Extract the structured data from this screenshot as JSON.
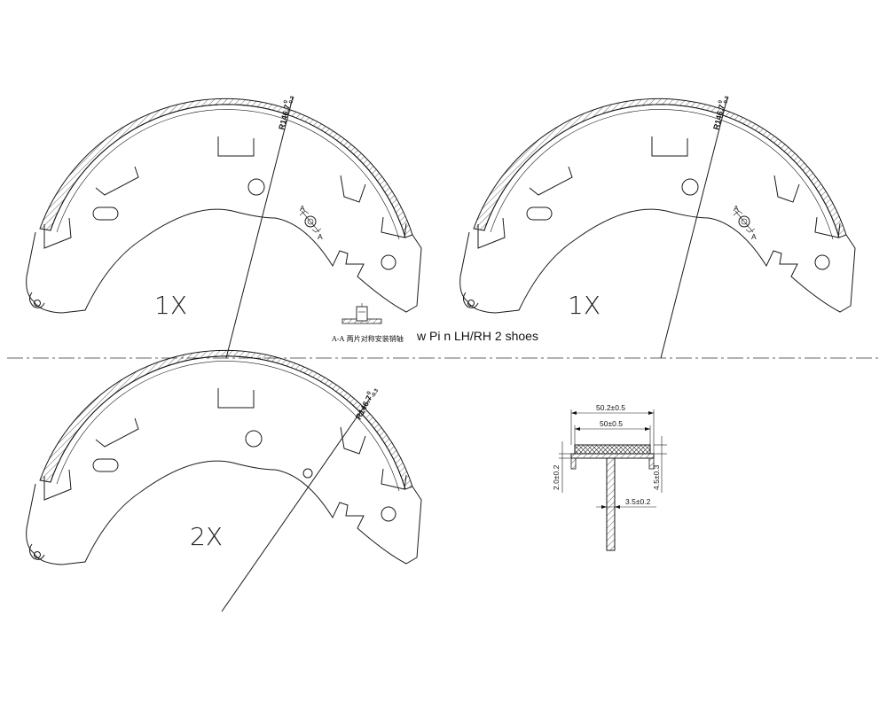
{
  "shoes": [
    {
      "qty": "1X",
      "radius": "R146.7",
      "tol_upper": "0",
      "tol_lower": "-0.3",
      "section_a": "A"
    },
    {
      "qty": "1X",
      "radius": "R146.7",
      "tol_upper": "0",
      "tol_lower": "-0.3",
      "section_a": "A"
    },
    {
      "qty": "2X",
      "radius": "R146.7",
      "tol_upper": "0",
      "tol_lower": "-0.3"
    }
  ],
  "section_note": "A-A 两片对称安装销轴",
  "wpin_note": "w Pi n LH/RH 2 shoes",
  "cross_section": {
    "overall_width": "50.2±0.5",
    "lining_width": "50±0.5",
    "rim_thickness": "2.0±0.2",
    "lining_thickness": "4.5±0.3",
    "web_thickness": "3.5±0.2"
  },
  "colors": {
    "line": "#1a1a1a",
    "background": "#ffffff"
  }
}
